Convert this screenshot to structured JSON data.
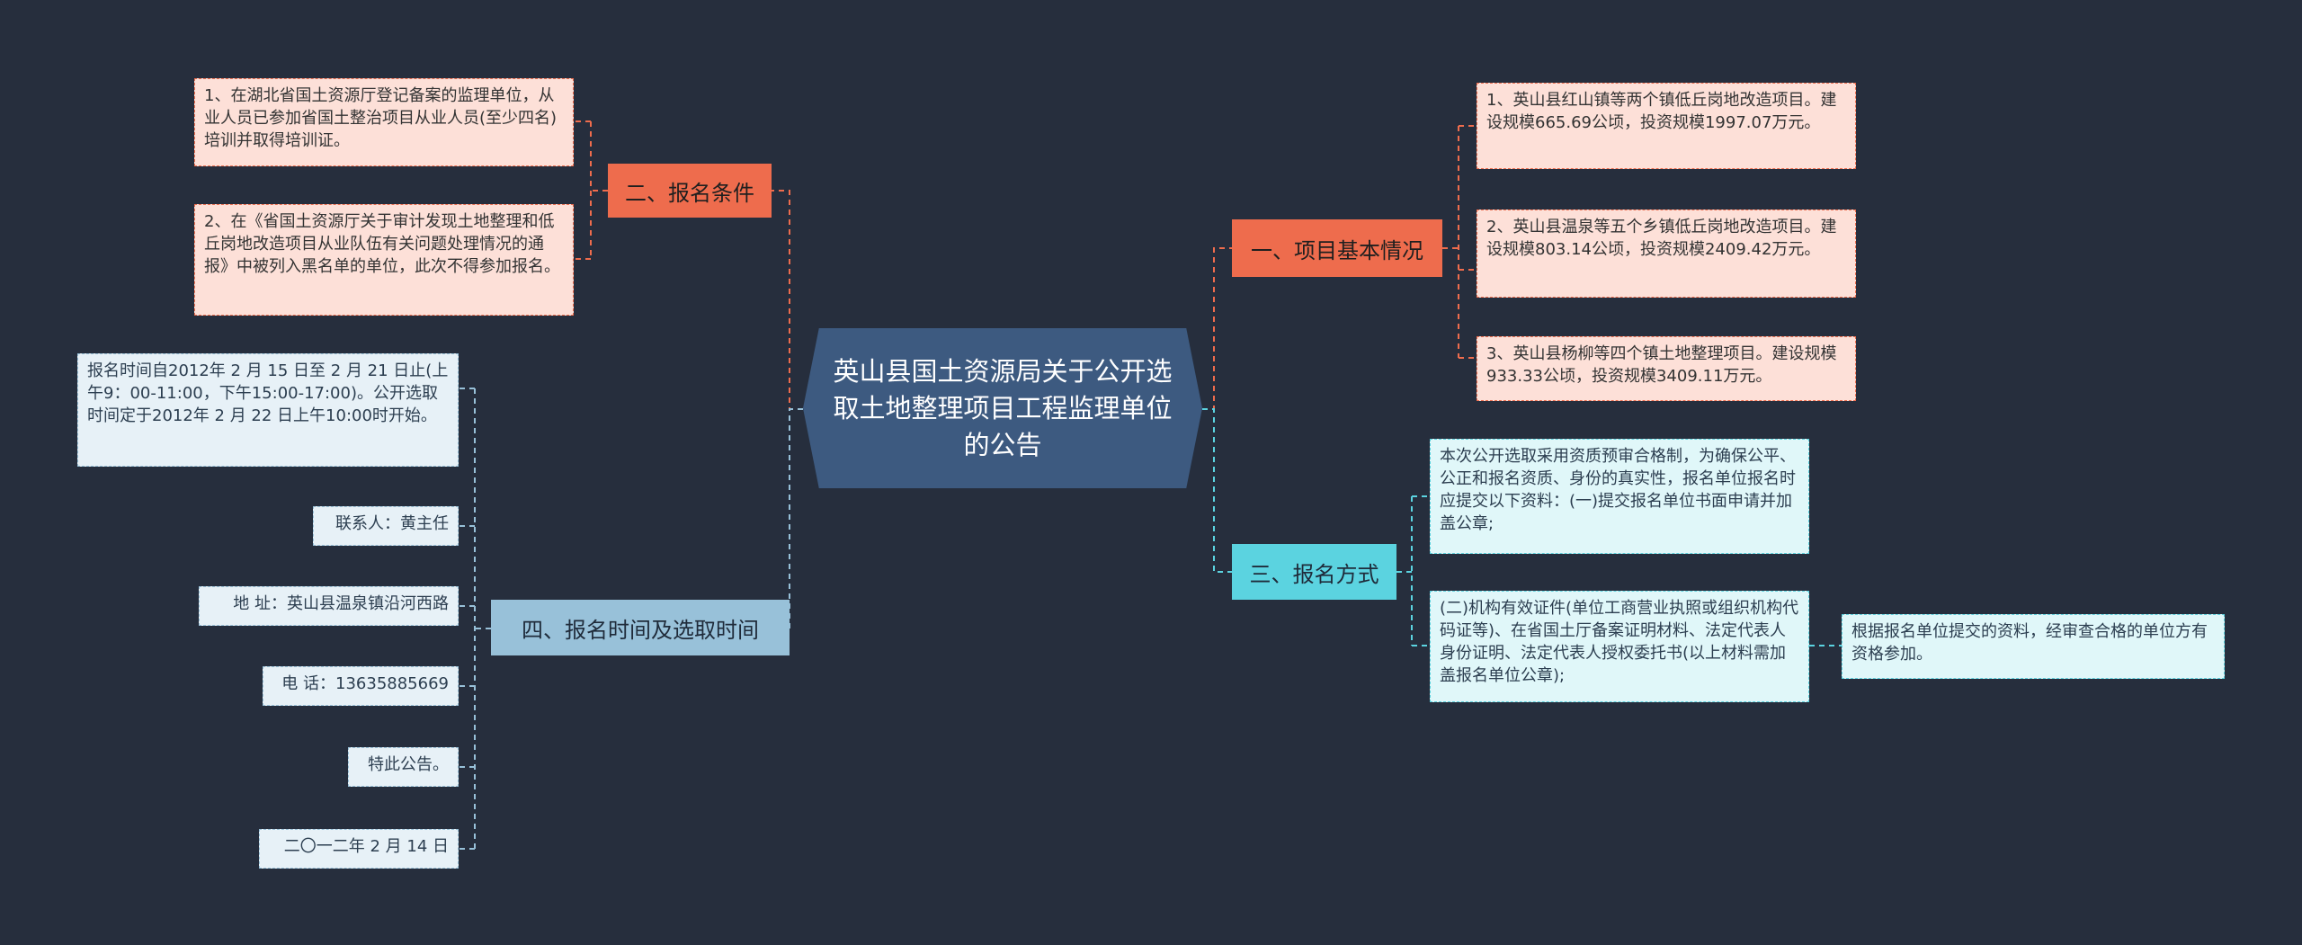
{
  "root": {
    "title": "英山县国土资源局关于公开选取土地整理项目工程监理单位的公告"
  },
  "branches": {
    "one": {
      "label": "一、项目基本情况"
    },
    "two": {
      "label": "二、报名条件"
    },
    "three": {
      "label": "三、报名方式"
    },
    "four": {
      "label": "四、报名时间及选取时间"
    }
  },
  "leaves": {
    "one_1": "1、英山县红山镇等两个镇低丘岗地改造项目。建设规模665.69公顷，投资规模1997.07万元。",
    "one_2": "2、英山县温泉等五个乡镇低丘岗地改造项目。建设规模803.14公顷，投资规模2409.42万元。",
    "one_3": "3、英山县杨柳等四个镇土地整理项目。建设规模933.33公顷，投资规模3409.11万元。",
    "two_1": "1、在湖北省国土资源厅登记备案的监理单位，从业人员已参加省国土整治项目从业人员(至少四名)培训并取得培训证。",
    "two_2": "2、在《省国土资源厅关于审计发现土地整理和低丘岗地改造项目从业队伍有关问题处理情况的通报》中被列入黑名单的单位，此次不得参加报名。",
    "three_1": "本次公开选取采用资质预审合格制，为确保公平、公正和报名资质、身份的真实性，报名单位报名时应提交以下资料：(一)提交报名单位书面申请并加盖公章;",
    "three_2": "(二)机构有效证件(单位工商营业执照或组织机构代码证等)、在省国土厅备案证明材料、法定代表人身份证明、法定代表人授权委托书(以上材料需加盖报名单位公章);",
    "three_2_1": "根据报名单位提交的资料，经审查合格的单位方有资格参加。",
    "four_1": "报名时间自2012年 2 月 15 日至 2 月 21 日止(上午9：00-11:00，下午15:00-17:00)。公开选取时间定于2012年 2 月 22 日上午10:00时开始。",
    "four_2": "联系人：黄主任",
    "four_3": "地 址：英山县温泉镇沿河西路",
    "four_4": "电 话：13635885669",
    "four_5": "特此公告。",
    "four_6": "二〇一二年 2 月 14 日"
  },
  "colors": {
    "background": "#262e3d",
    "root": "#3d5a80",
    "red": "#ee6c4d",
    "cyan": "#5bd3e0",
    "blue": "#98c1d9"
  }
}
